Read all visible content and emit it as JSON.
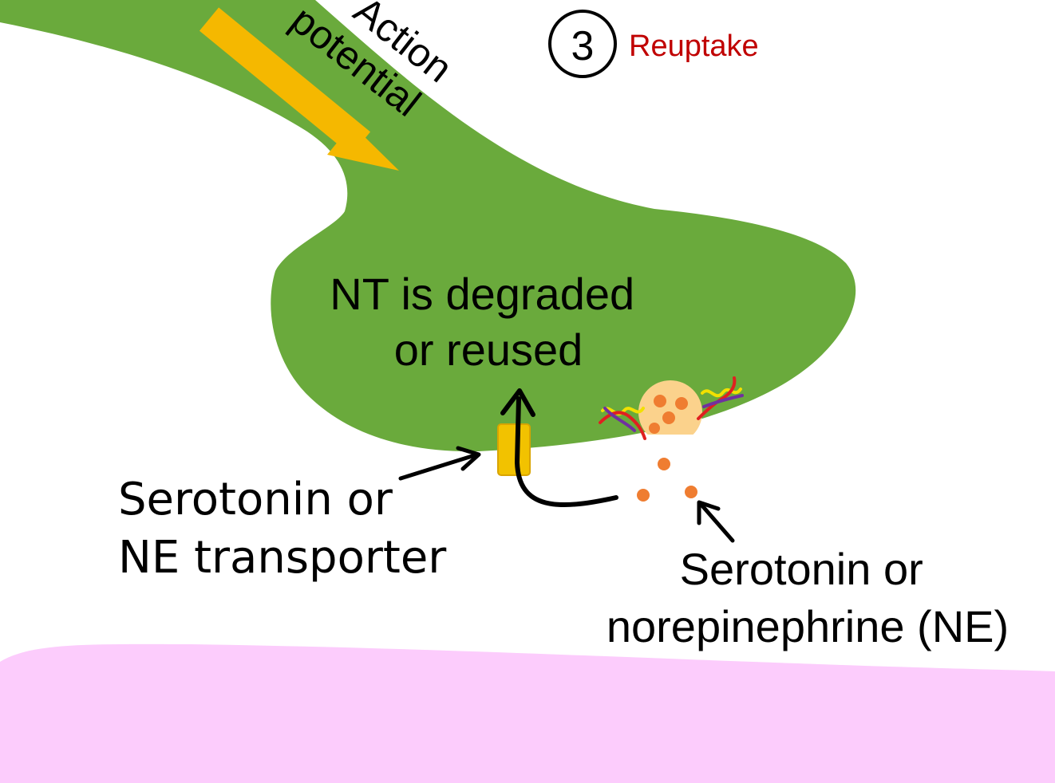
{
  "step": {
    "number": "3",
    "title": "Reuptake",
    "title_color": "#c00000"
  },
  "labels": {
    "action_potential": [
      "Action",
      "potential"
    ],
    "nt_fate": [
      "NT is degraded",
      "or reused"
    ],
    "transporter": [
      "Serotonin or",
      "NE transporter"
    ],
    "neurotransmitter": [
      "Serotonin or",
      "norepinephrine (NE)"
    ]
  },
  "colors": {
    "presynaptic_neuron": "#6aaa3c",
    "postsynaptic_neuron": "#fcccfc",
    "action_potential_arrow": "#f5b800",
    "transporter": "#f2c200",
    "neurotransmitter": "#ef7d31",
    "vesicle": "#fbd28c",
    "text": "#000000"
  },
  "icons": {
    "step_marker": "circled-number",
    "snare_proteins": "squiggle-lines"
  }
}
